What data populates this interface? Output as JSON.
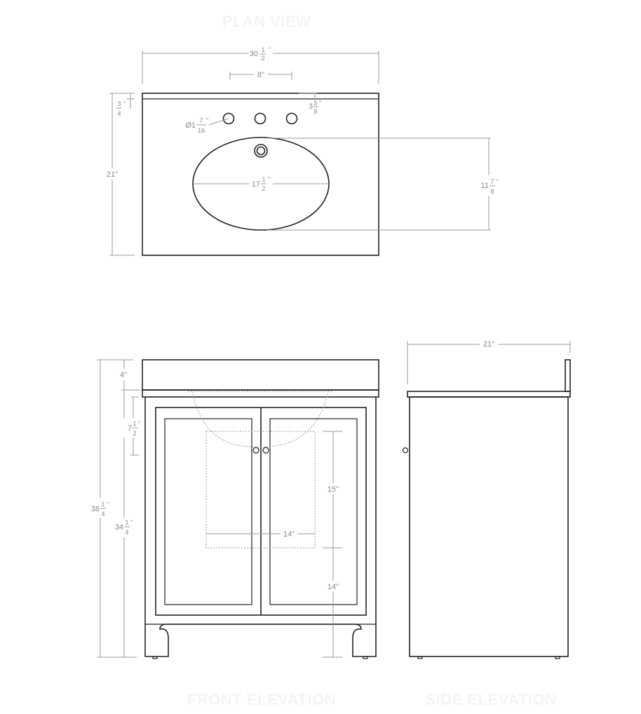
{
  "views": {
    "plan": {
      "title": "PLAN VIEW"
    },
    "front": {
      "title": "FRONT ELEVATION"
    },
    "side": {
      "title": "SIDE ELEVATION"
    }
  },
  "dimensions": {
    "plan_width": {
      "whole": "30",
      "num": "1",
      "den": "2",
      "unit": "\""
    },
    "faucet_spread": {
      "text": "8\""
    },
    "backsplash_thickness": {
      "num": "3",
      "den": "4",
      "unit": "\""
    },
    "faucet_setback": {
      "whole": "3",
      "num": "5",
      "den": "8",
      "unit": "\""
    },
    "faucet_hole": {
      "whole": "Ø1",
      "num": "7",
      "den": "16",
      "unit": "\""
    },
    "plan_depth": {
      "text": "21\""
    },
    "bowl_width": {
      "whole": "17",
      "num": "1",
      "den": "2",
      "unit": "\""
    },
    "bowl_depth": {
      "whole": "11",
      "num": "7",
      "den": "8",
      "unit": "\""
    },
    "backsplash_height": {
      "text": "4\""
    },
    "bowl_drop": {
      "whole": "7",
      "num": "1",
      "den": "2",
      "unit": "\""
    },
    "overall_height": {
      "whole": "38",
      "num": "1",
      "den": "4",
      "unit": "\""
    },
    "counter_height": {
      "whole": "34",
      "num": "1",
      "den": "4",
      "unit": "\""
    },
    "plumbing_height": {
      "text": "15\""
    },
    "plumbing_width": {
      "text": "14\""
    },
    "floor_clearance": {
      "text": "14\""
    },
    "side_depth": {
      "text": "21\""
    }
  }
}
